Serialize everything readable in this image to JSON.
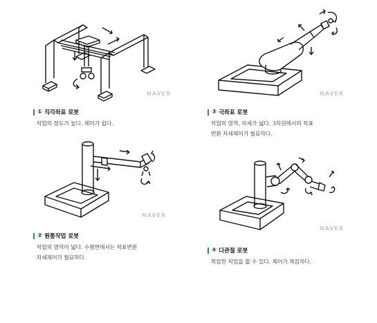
{
  "watermark": "NAVER",
  "robots": [
    {
      "id": "cartesian",
      "number": "①",
      "title": "직각좌표 로봇",
      "lines": [
        "작업의 정도가 높다. 제어가 쉽다."
      ]
    },
    {
      "id": "cylindrical",
      "number": "②",
      "title": "원통작업 로봇",
      "lines": [
        "작업의 영역이 넓다. 수평면에서는 좌표변환",
        "자세제어가 필요하다."
      ]
    },
    {
      "id": "polar",
      "number": "③",
      "title": "극좌표 로봇",
      "lines": [
        "작업의 영역, 자세가 넓다. 3차원에서의 좌표",
        "변환 자세제어가 필요하다."
      ]
    },
    {
      "id": "articulated",
      "number": "④",
      "title": "다관절 로봇",
      "lines": [
        "복잡한 작업을 할 수 있다. 제어가 복잡하다."
      ]
    }
  ]
}
